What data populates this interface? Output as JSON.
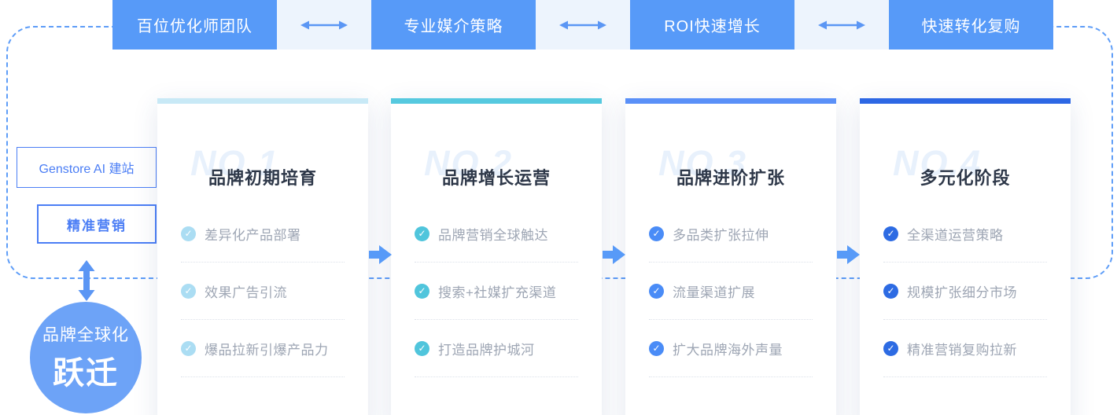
{
  "palette": {
    "primary_blue": "#579AF8",
    "dashed_border": "#5E9DF8",
    "flow_gap_bg": "#EDF4FD",
    "arrow_blue": "#5B96F4",
    "card_title_color": "#2E3849",
    "item_text_color": "#9EA6B4",
    "watermark_color": "#E8F1FC",
    "left_box_blue": "#4B7EF5",
    "circle_bg": "#6DA3F7"
  },
  "top_flow": {
    "steps": [
      "百位优化师团队",
      "专业媒介策略",
      "ROI快速增长",
      "快速转化复购"
    ]
  },
  "left_panel": {
    "box1_label": "Genstore AI 建站",
    "box2_label": "精准营销",
    "circle_line1": "品牌全球化",
    "circle_line2": "跃迁"
  },
  "stages": [
    {
      "no": "NO.1",
      "title": "品牌初期培育",
      "accent_color": "#C8E9F6",
      "check_color": "#ABDDF3",
      "items": [
        "差异化产品部署",
        "效果广告引流",
        "爆品拉新引爆产品力"
      ]
    },
    {
      "no": "NO.2",
      "title": "品牌增长运营",
      "accent_color": "#56C9DF",
      "check_color": "#50C5DC",
      "items": [
        "品牌营销全球触达",
        "搜索+社媒扩充渠道",
        "打造品牌护城河"
      ]
    },
    {
      "no": "NO.3",
      "title": "品牌进阶扩张",
      "accent_color": "#5A90F8",
      "check_color": "#4A8CF7",
      "items": [
        "多品类扩张拉伸",
        "流量渠道扩展",
        "扩大品牌海外声量"
      ]
    },
    {
      "no": "NO.4",
      "title": "多元化阶段",
      "accent_color": "#2D67E4",
      "check_color": "#2D6BE3",
      "items": [
        "全渠道运营策略",
        "规模扩张细分市场",
        "精准营销复购拉新"
      ]
    }
  ]
}
